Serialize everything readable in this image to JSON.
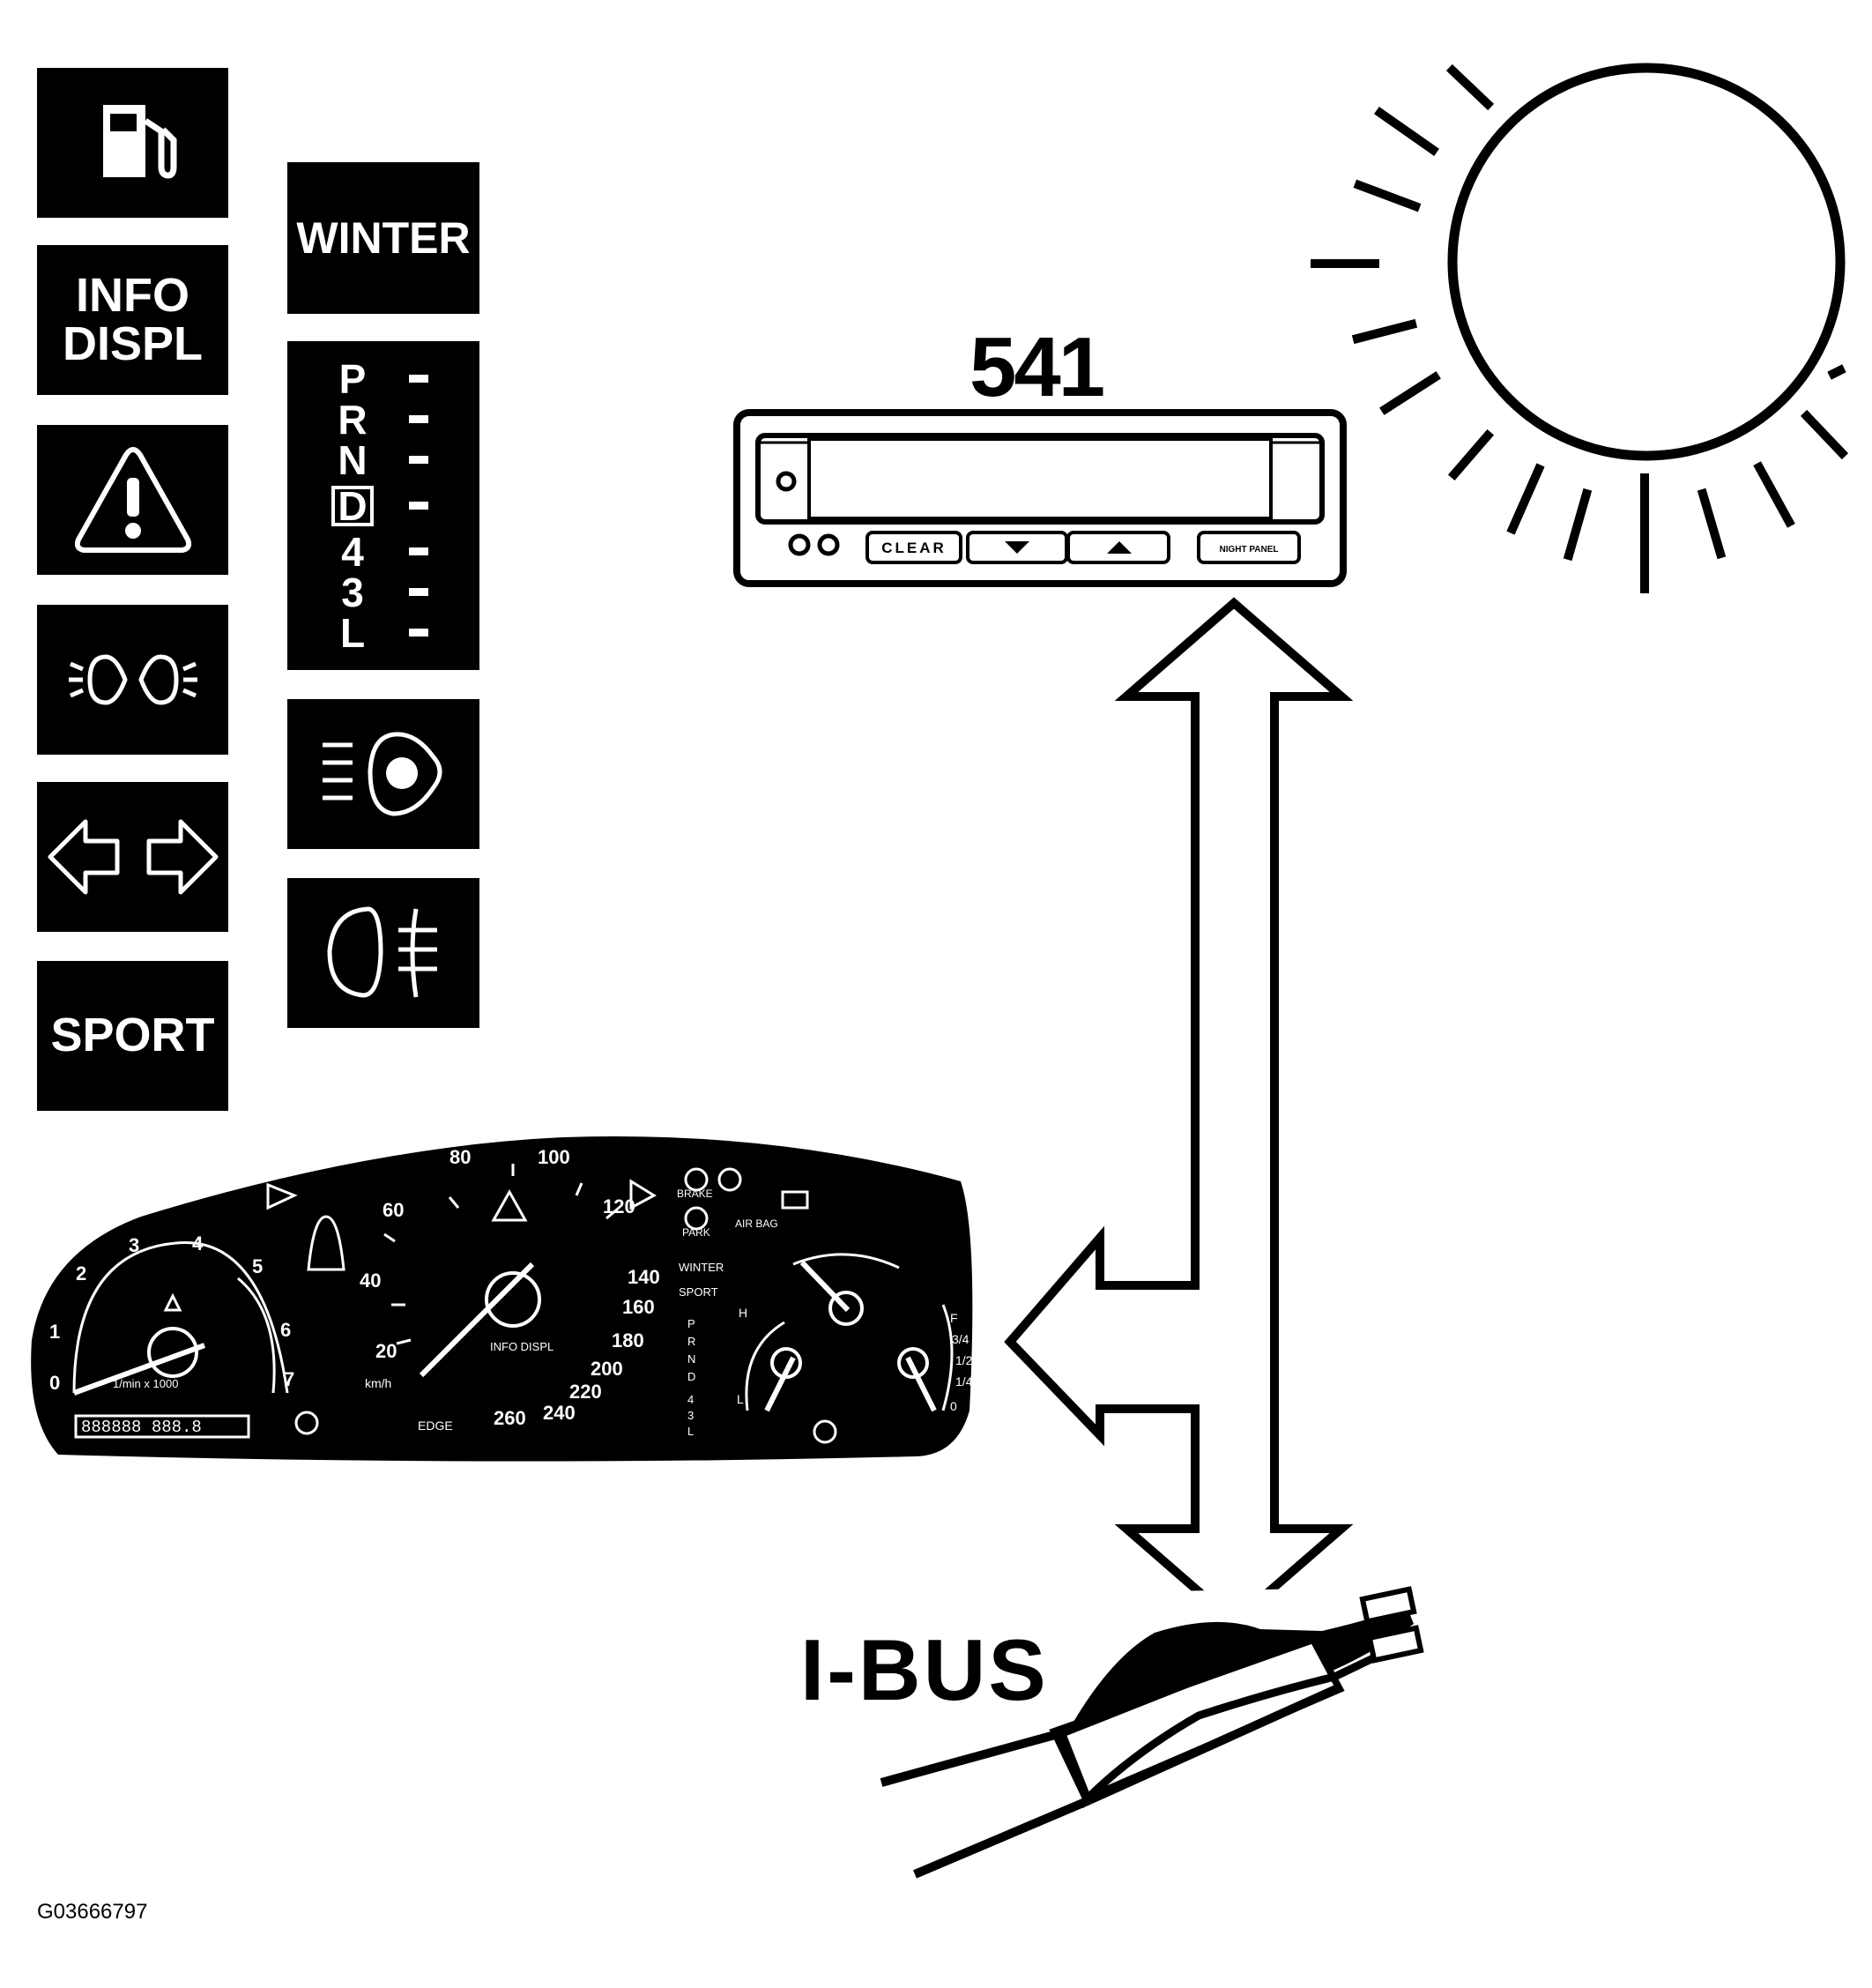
{
  "indicator_tiles_col1": [
    {
      "name": "fuel-pump-icon"
    },
    {
      "text_line1": "INFO",
      "text_line2": "DISPL"
    },
    {
      "name": "warning-triangle-icon"
    },
    {
      "name": "parking-lights-icon"
    },
    {
      "name": "turn-signal-arrows-icon"
    },
    {
      "text": "SPORT"
    }
  ],
  "indicator_tiles_col2": {
    "winter": "WINTER",
    "gears": [
      "P",
      "R",
      "N",
      "D",
      "4",
      "3",
      "L"
    ],
    "selected_gear": "D",
    "icons": [
      "high-beam-icon",
      "fog-light-icon"
    ]
  },
  "sid_unit": {
    "label": "541",
    "buttons": {
      "clear": "CLEAR",
      "night_panel": "NIGHT PANEL"
    }
  },
  "cluster": {
    "tach_ticks": [
      "0",
      "1",
      "2",
      "3",
      "4",
      "5",
      "6",
      "7"
    ],
    "speed_ticks": [
      "20",
      "40",
      "60",
      "80",
      "100",
      "120",
      "140",
      "160",
      "180",
      "200",
      "220",
      "240",
      "260"
    ],
    "unit_kmh": "km/h",
    "tach_unit": "1/min x 1000",
    "info_displ": "INFO DISPL",
    "brake": "BRAKE",
    "park": "PARK",
    "air_bag": "AIR BAG",
    "winter": "WINTER",
    "sport": "SPORT",
    "gears": [
      "P",
      "R",
      "N",
      "D",
      "4",
      "3",
      "L"
    ],
    "temp_h": "H",
    "temp_l": "L",
    "fuel_marks": [
      "F",
      "3/4",
      "1/2",
      "1/4",
      "0"
    ],
    "odometer": "888888 888.8",
    "reset": "EDGE"
  },
  "bus_label": "I-BUS",
  "figure_code": "G03666797"
}
